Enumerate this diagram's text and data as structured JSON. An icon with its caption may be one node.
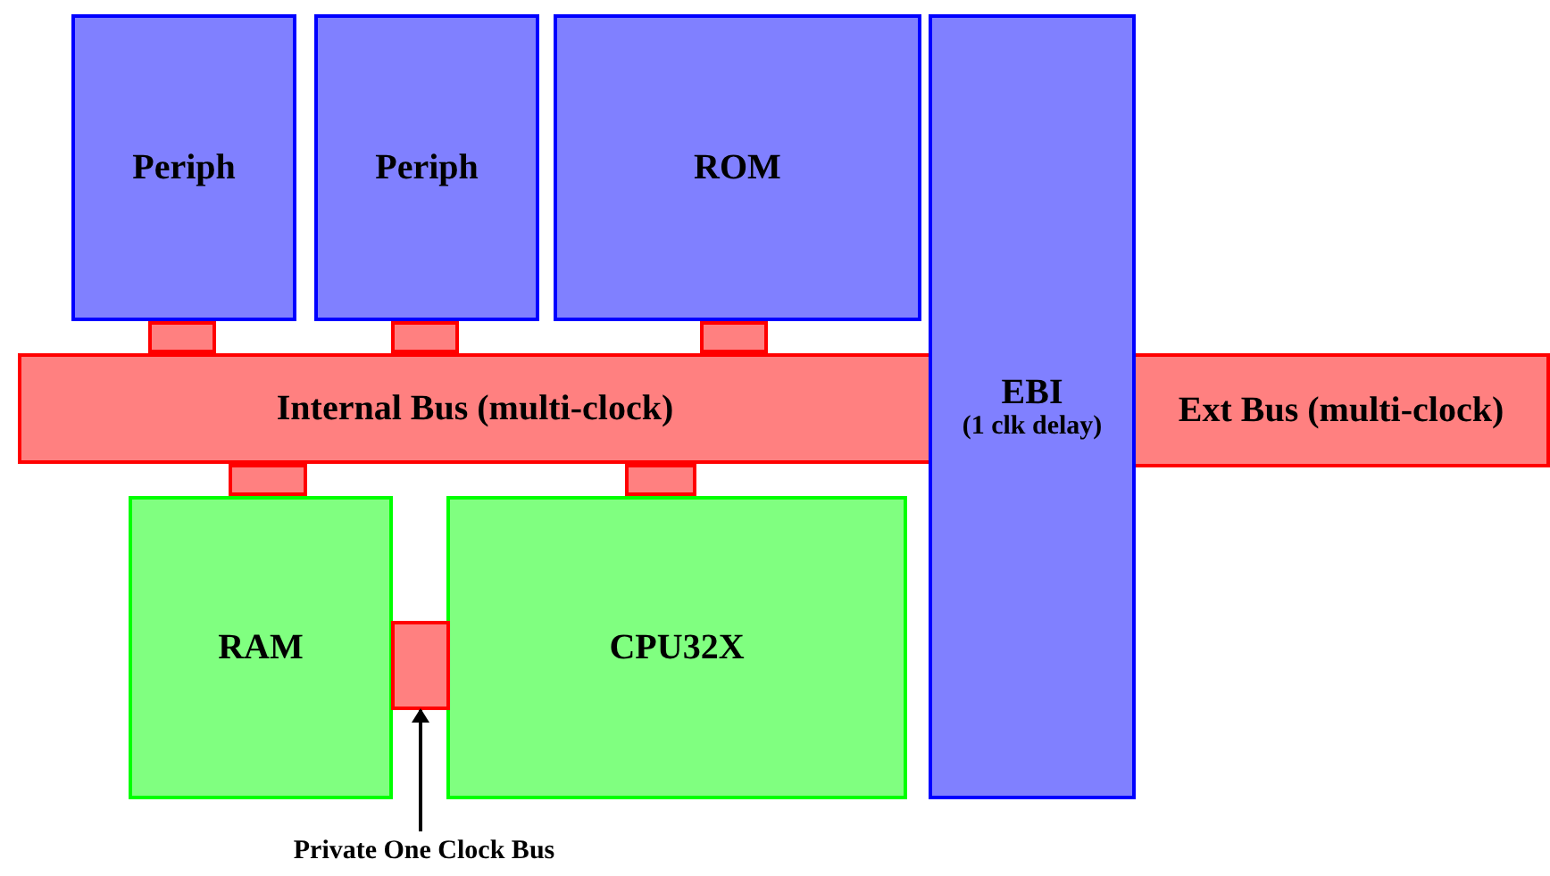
{
  "diagram": {
    "nodes": [
      {
        "text": [
          "Periph"
        ]
      },
      {
        "text": [
          "Periph"
        ]
      },
      {
        "text": [
          "ROM"
        ]
      },
      {
        "text": [
          "EBI",
          "(1 clk delay)"
        ]
      },
      {
        "text": [],
        "shape": "box"
      },
      {
        "text": [],
        "shape": "box"
      },
      {
        "text": [],
        "shape": "box"
      },
      {
        "text": [
          "Internal Bus (multi-clock)"
        ]
      },
      {
        "text": [
          "Ext Bus (multi-clock)"
        ]
      },
      {
        "text": [],
        "shape": "box"
      },
      {
        "text": [],
        "shape": "box"
      },
      {
        "text": [
          "RAM"
        ]
      },
      {
        "text": [],
        "shape": "box"
      },
      {
        "text": [
          "CPU32X"
        ]
      },
      {
        "text": [
          "Private One Clock Bus"
        ]
      }
    ],
    "edges": [
      {
        "from": 14,
        "to": 12,
        "arrow": "to"
      }
    ]
  }
}
